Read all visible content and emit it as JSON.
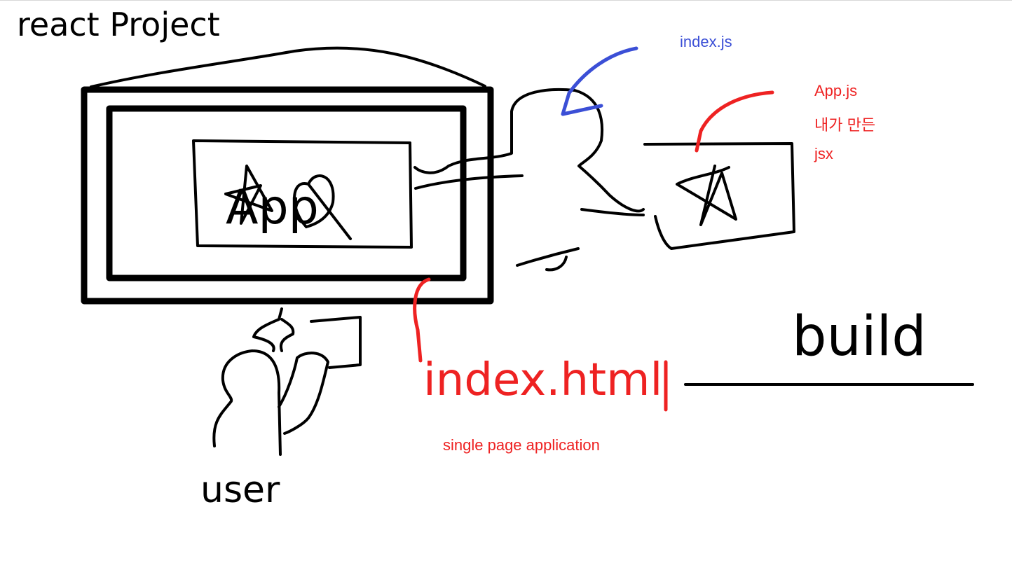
{
  "texts": {
    "title": "react Project",
    "inner_box": "App",
    "user": "user",
    "index_html": "index.html",
    "build": "build",
    "index_js": "index.js",
    "app_js": "App.js",
    "app_js_note1": "내가 만든",
    "app_js_note2": "jsx",
    "spa": "single page application"
  },
  "colors": {
    "ink": "#000000",
    "blue": "#3b4fd6",
    "red": "#ee2222"
  }
}
